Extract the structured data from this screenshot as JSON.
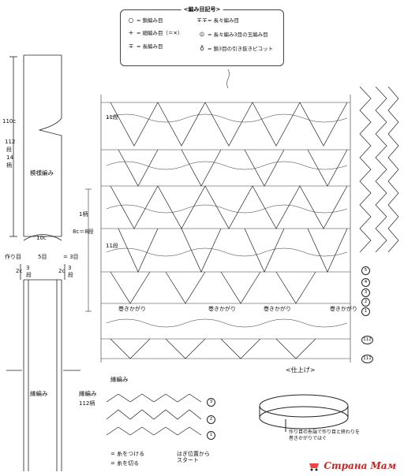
{
  "legend": {
    "title": "<編み目記号>",
    "items": [
      {
        "symbol": "○",
        "text": "= 鎖編み目"
      },
      {
        "symbol": "+",
        "text": "= 細編み目（＝✕）"
      },
      {
        "symbol": "∓",
        "text": "= 長編み目"
      },
      {
        "symbol": "∓∓",
        "text": "= 長々編み目"
      },
      {
        "symbol": "⦶",
        "text": "= 長々編み3目の玉編み目"
      },
      {
        "symbol": "♁",
        "text": "= 鎖3目の引き抜きピコット"
      }
    ]
  },
  "left_panel": {
    "dim_110c": "110c",
    "dim_112": "112",
    "dim_dan": "段",
    "dim_14": "14",
    "dim_gara": "柄",
    "pattern_label": "模様編み",
    "dim_10c": "10c",
    "dim_5me": "5目",
    "dim_3me": "= 3目",
    "tsukurime": "作り目",
    "dim_2c_a": "2c",
    "dim_3_a": "3",
    "dim_dan_a": "段",
    "dim_2c_b": "2c",
    "dim_3_b": "3",
    "dim_dan_b": "段",
    "edge_label_left": "縁編み",
    "edge_label_right": "縁編み",
    "dim_112gara": "112柄"
  },
  "main_chart": {
    "row_11_top": "11段",
    "row_11_bottom": "11段",
    "one_motif": "1柄",
    "one_motif_dim": "8c＝8段",
    "makikagari": [
      "巻きかがり",
      "巻きかがり",
      "巻きかがり",
      "巻きかがり"
    ],
    "right_row_numbers": [
      "5",
      "4",
      "3",
      "2",
      "1",
      "112",
      "111"
    ]
  },
  "edging": {
    "title": "縁編み",
    "row_numbers": [
      "3",
      "2",
      "1"
    ],
    "note_attach": "= 糸をつける",
    "note_cut": "= 糸を切る",
    "note_start": "はぎ位置から\nスタート"
  },
  "finishing": {
    "title": "<仕上げ>",
    "note": "作り目の糸端で作り目と終わりを\n巻きかがりではぐ"
  },
  "watermark": "Страна Мам"
}
